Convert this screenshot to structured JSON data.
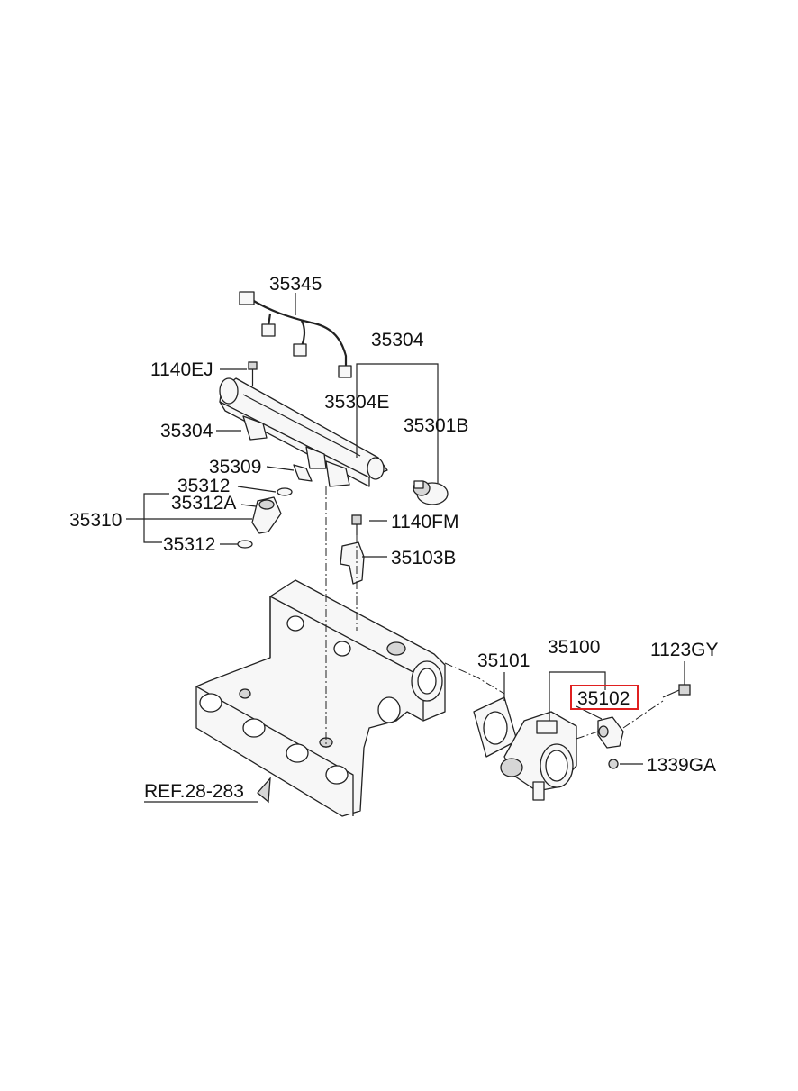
{
  "labels": {
    "p35345": "35345",
    "p35304_top": "35304",
    "p1140EJ": "1140EJ",
    "p35304E": "35304E",
    "p35301B": "35301B",
    "p35304_left": "35304",
    "p35309": "35309",
    "p35312_top": "35312",
    "p35312A": "35312A",
    "p35310": "35310",
    "p35312_bottom": "35312",
    "p1140FM": "1140FM",
    "p35103B": "35103B",
    "p35101": "35101",
    "p35100": "35100",
    "p1123GY": "1123GY",
    "p35102": "35102",
    "p1339GA": "1339GA",
    "ref": "REF.28-283"
  },
  "highlight": {
    "part": "35102",
    "color": "#e02020"
  }
}
